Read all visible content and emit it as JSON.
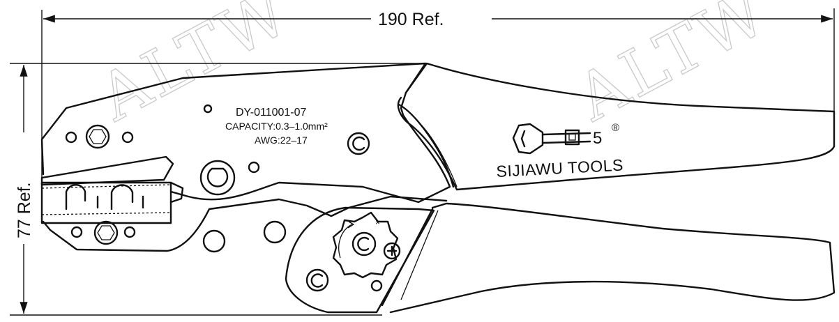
{
  "watermarks": [
    "ALTW",
    "ALTW"
  ],
  "dimensions": {
    "width_label": "190  Ref.",
    "height_label": "77  Ref."
  },
  "tool_labels": {
    "model": "DY-011001-07",
    "capacity": "CAPACITY:0.3–1.0mm²",
    "awg": "AWG:22–17"
  },
  "brand": {
    "name": "SIJIAWU TOOLS",
    "model_mark": "5",
    "registered": "®"
  },
  "colors": {
    "line": "#111111",
    "watermark": "#c9c9c9",
    "background": "#ffffff"
  }
}
